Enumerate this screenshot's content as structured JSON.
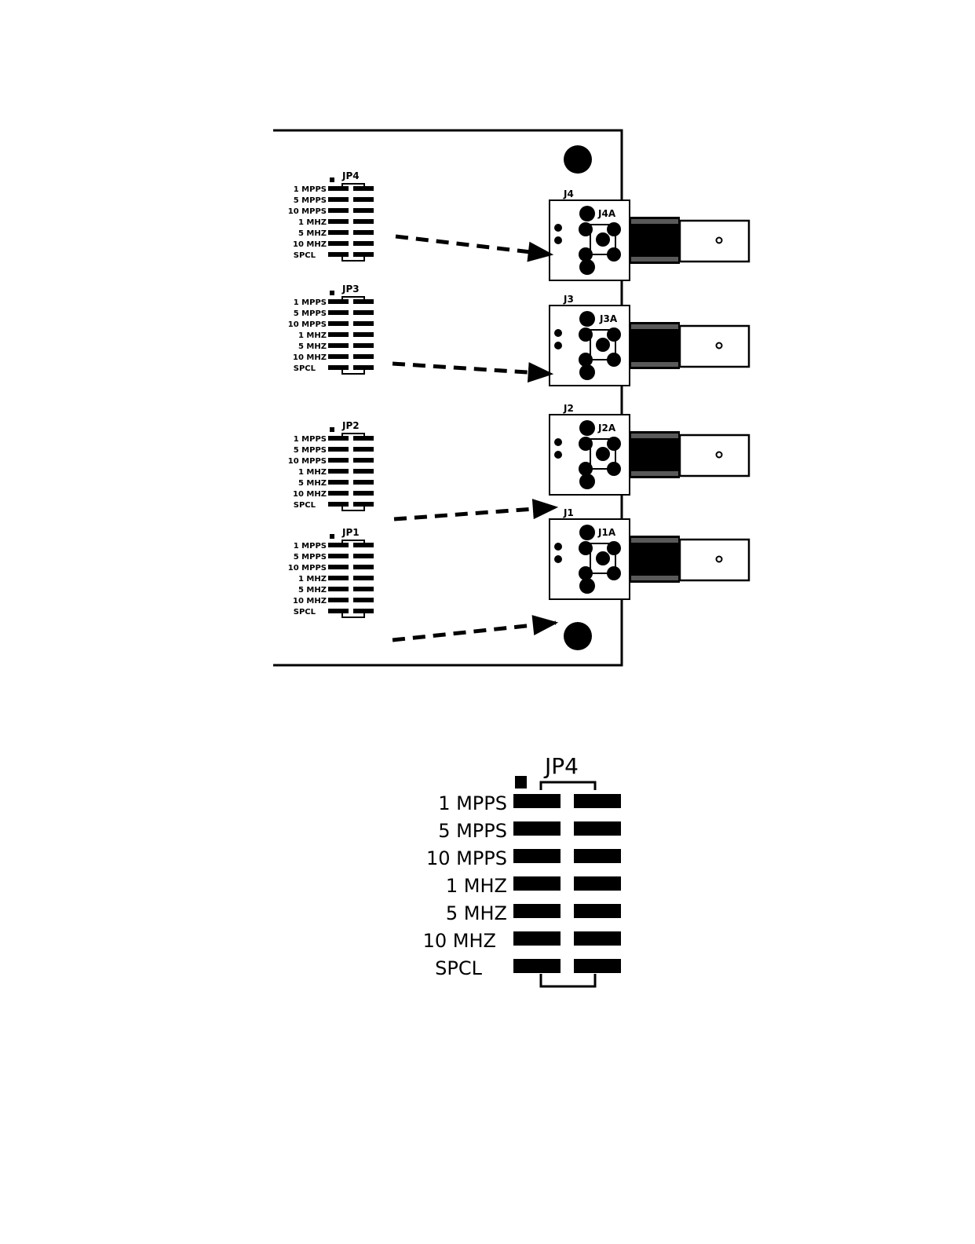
{
  "jumper_labels": [
    "1 MPPS",
    "5 MPPS",
    "10 MPPS",
    "1 MHZ",
    "5 MHZ",
    "10 MHZ",
    "SPCL"
  ],
  "jumpers": [
    {
      "name": "JP4",
      "connector": "J4",
      "sub_connector": "J4A"
    },
    {
      "name": "JP3",
      "connector": "J3",
      "sub_connector": "J3A"
    },
    {
      "name": "JP2",
      "connector": "J2",
      "sub_connector": "J2A"
    },
    {
      "name": "JP1",
      "connector": "J1",
      "sub_connector": "J1A"
    }
  ],
  "detail": {
    "name": "JP4"
  }
}
